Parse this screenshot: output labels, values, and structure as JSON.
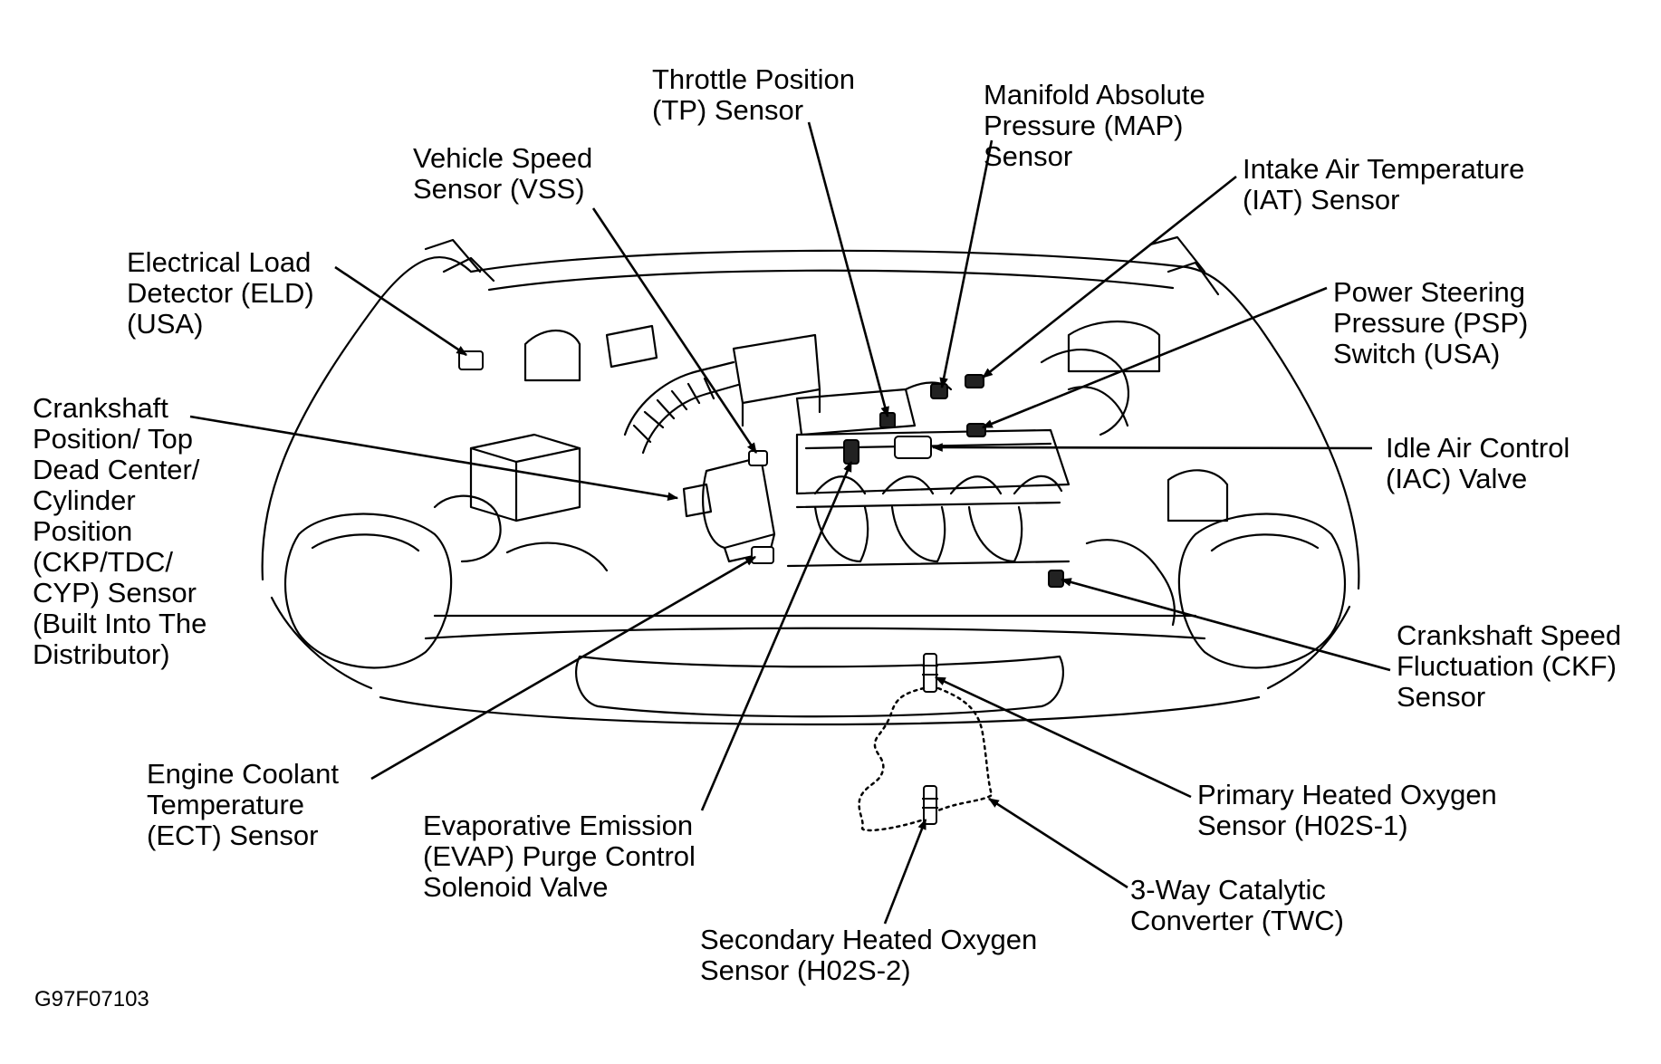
{
  "figure_id": "G97F07103",
  "callouts": {
    "eld": [
      "Electrical Load",
      "Detector (ELD)",
      "(USA)"
    ],
    "ckp": [
      "Crankshaft",
      "Position/ Top",
      "Dead Center/",
      "Cylinder",
      "Position",
      "(CKP/TDC/",
      "CYP) Sensor",
      "(Built Into The",
      "Distributor)"
    ],
    "vss": [
      "Vehicle Speed",
      "Sensor (VSS)"
    ],
    "tp": [
      "Throttle Position",
      "(TP) Sensor"
    ],
    "map": [
      "Manifold Absolute",
      "Pressure (MAP)",
      "Sensor"
    ],
    "iat": [
      "Intake Air Temperature",
      "(IAT) Sensor"
    ],
    "psp": [
      "Power Steering",
      "Pressure (PSP)",
      "Switch (USA)"
    ],
    "iac": [
      "Idle Air Control",
      "(IAC) Valve"
    ],
    "ckf": [
      "Crankshaft Speed",
      "Fluctuation (CKF)",
      "Sensor"
    ],
    "ho2s1": [
      "Primary Heated Oxygen",
      "Sensor (H02S-1)"
    ],
    "twc": [
      "3-Way Catalytic",
      "Converter (TWC)"
    ],
    "ho2s2": [
      "Secondary Heated Oxygen",
      "Sensor (H02S-2)"
    ],
    "evap": [
      "Evaporative Emission",
      "(EVAP) Purge Control",
      "Solenoid Valve"
    ],
    "ect": [
      "Engine Coolant",
      "Temperature",
      "(ECT) Sensor"
    ]
  }
}
